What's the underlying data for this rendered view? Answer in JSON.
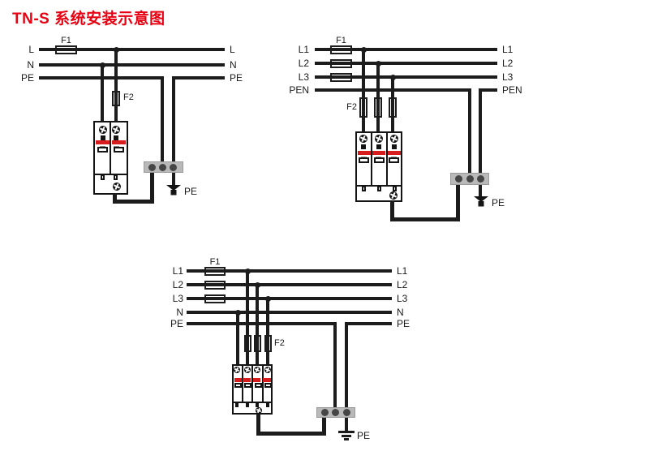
{
  "title": "TN-S 系统安装示意图",
  "colors": {
    "title_red": "#e60012",
    "line_black": "#1c1c1c",
    "device_band_red": "#d61c1c",
    "busbar_gray": "#b9b9b9",
    "busbar_terminal_gray": "#464646"
  },
  "d1": {
    "left": [
      "L",
      "N",
      "PE"
    ],
    "right": [
      "L",
      "N",
      "PE"
    ],
    "f1": "F1",
    "f2": "F2",
    "pe": "PE"
  },
  "d2": {
    "left": [
      "L1",
      "L2",
      "L3",
      "PEN"
    ],
    "right": [
      "L1",
      "L2",
      "L3",
      "PEN"
    ],
    "f1": "F1",
    "f2": "F2",
    "pe": "PE"
  },
  "d3": {
    "left": [
      "L1",
      "L2",
      "L3",
      "N",
      "PE"
    ],
    "right": [
      "L1",
      "L2",
      "L3",
      "N",
      "PE"
    ],
    "f1": "F1",
    "f2": "F2",
    "pe": "PE"
  }
}
